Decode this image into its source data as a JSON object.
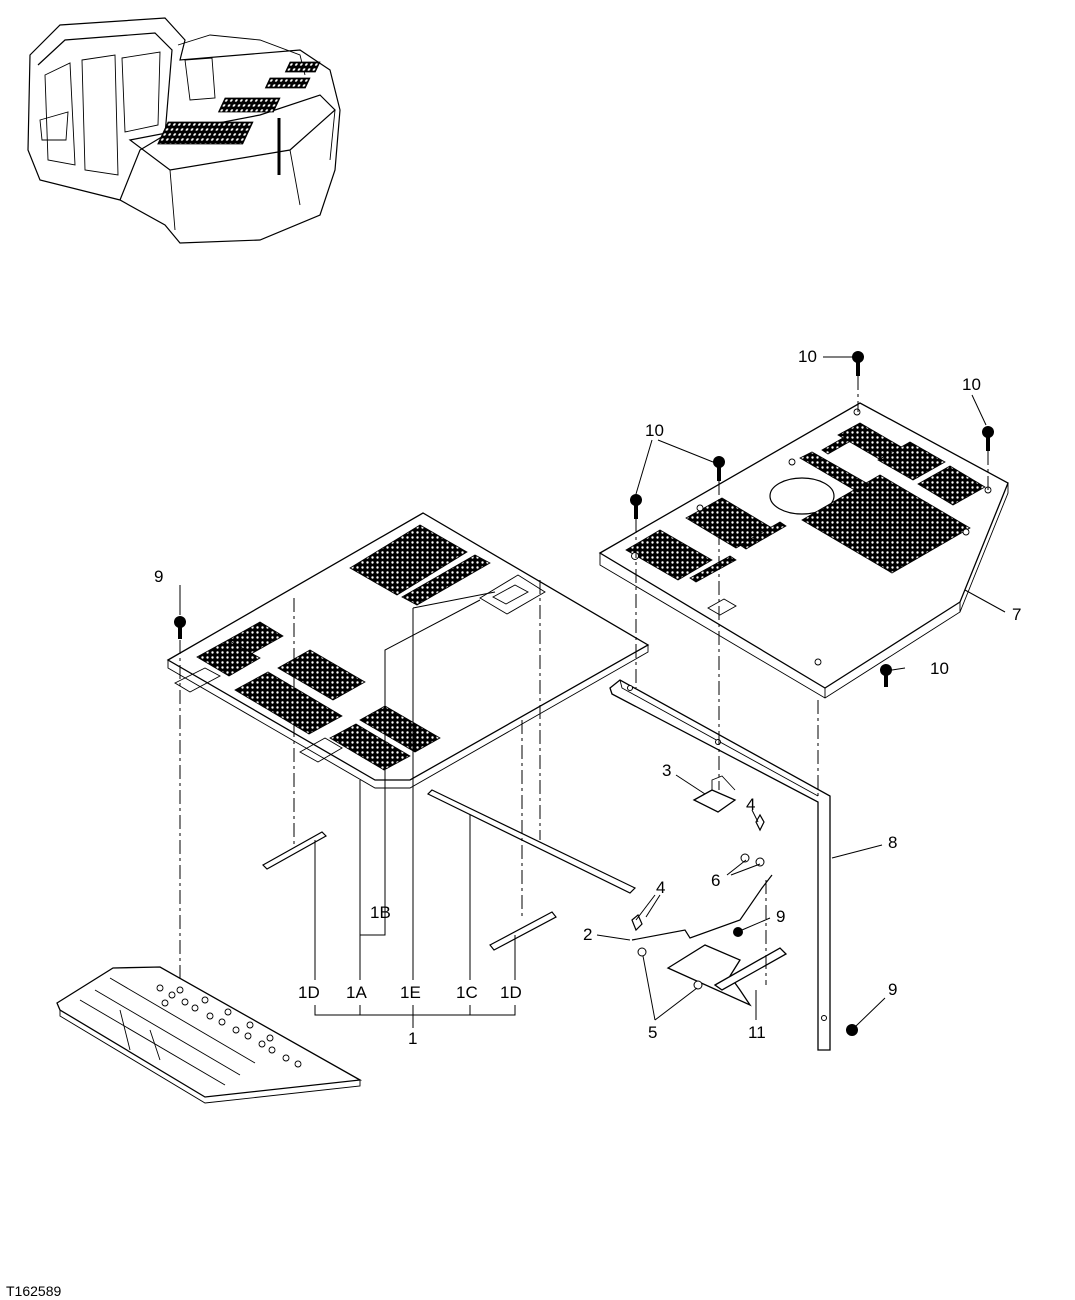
{
  "figure_id": "T162589",
  "callouts": {
    "c1": "1",
    "c1A": "1A",
    "c1B": "1B",
    "c1C": "1C",
    "c1D_left": "1D",
    "c1D_right": "1D",
    "c1E": "1E",
    "c2": "2",
    "c3": "3",
    "c4_upper": "4",
    "c4_lower": "4",
    "c5": "5",
    "c6": "6",
    "c7": "7",
    "c8": "8",
    "c9_left": "9",
    "c9_mid": "9",
    "c9_right": "9",
    "c10_top": "10",
    "c10_right_top": "10",
    "c10_left": "10",
    "c10_bottom": "10",
    "c11": "11"
  }
}
